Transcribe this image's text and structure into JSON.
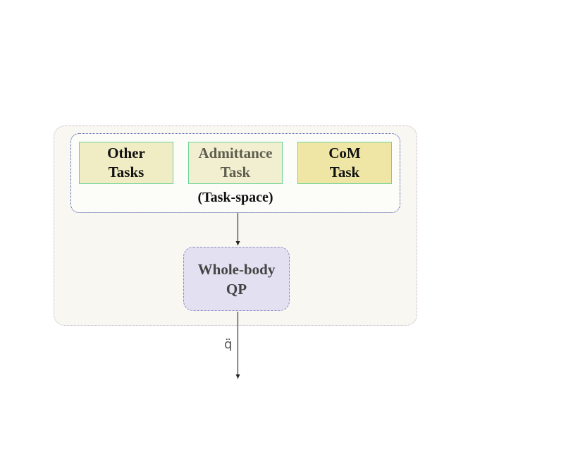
{
  "diagram": {
    "tasks": [
      {
        "line1": "Other",
        "line2": "Tasks"
      },
      {
        "line1": "Admittance",
        "line2": "Task"
      },
      {
        "line1": "CoM",
        "line2": "Task"
      }
    ],
    "task_space_label": "(Task-space)",
    "qp": {
      "line1": "Whole-body",
      "line2": "QP"
    },
    "output_label": "q̈"
  },
  "colors": {
    "outer_fill": "#f8f7f2",
    "task_border": "#6cd49a",
    "qp_fill": "#e3e1f1",
    "inner_border": "#3a4a9a"
  }
}
